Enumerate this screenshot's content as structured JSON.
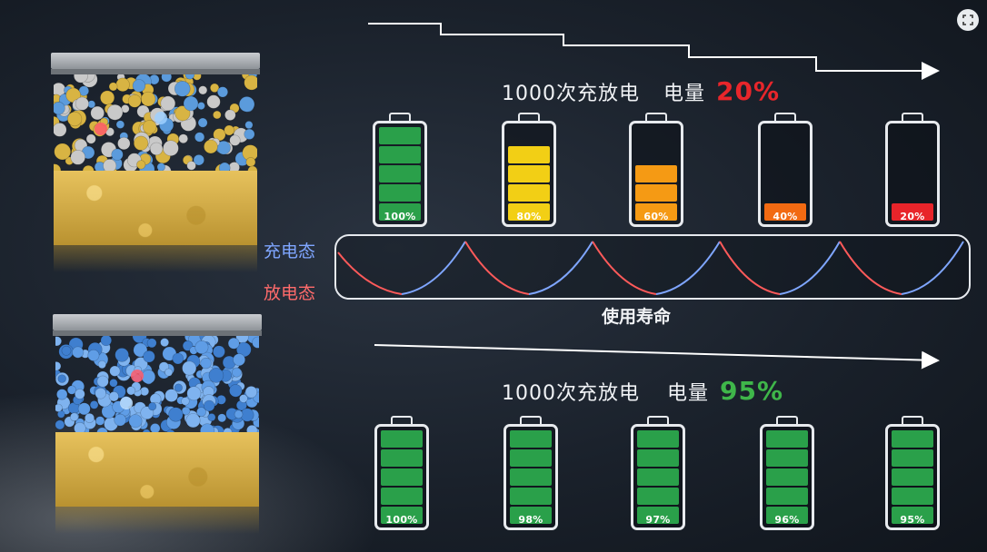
{
  "top": {
    "caption_text": "1000次充放电",
    "caption_label": "电量",
    "caption_value": "20%",
    "value_color": "#e8262b",
    "batteries": [
      {
        "label": "100%",
        "segments": 5,
        "color": "#2aa04a"
      },
      {
        "label": "80%",
        "segments": 4,
        "color": "#f2cf15"
      },
      {
        "label": "60%",
        "segments": 3,
        "color": "#f59a14"
      },
      {
        "label": "40%",
        "segments": 1,
        "color": "#f26a12"
      },
      {
        "label": "20%",
        "segments": 1,
        "color": "#e8242a"
      }
    ]
  },
  "bottom": {
    "caption_text": "1000次充放电",
    "caption_label": "电量",
    "caption_value": "95%",
    "value_color": "#3fb64a",
    "batteries": [
      {
        "label": "100%",
        "segments": 5,
        "color": "#2aa04a"
      },
      {
        "label": "98%",
        "segments": 5,
        "color": "#2aa04a"
      },
      {
        "label": "97%",
        "segments": 5,
        "color": "#2aa04a"
      },
      {
        "label": "96%",
        "segments": 5,
        "color": "#2aa04a"
      },
      {
        "label": "95%",
        "segments": 5,
        "color": "#2aa04a"
      }
    ]
  },
  "cycle": {
    "charge_label": "充电态",
    "discharge_label": "放电态",
    "axis_label": "使用寿命",
    "charge_color": "#7fa6ff",
    "discharge_color": "#ff5a5a",
    "cycles": 5
  },
  "icons": {
    "corner": "expand-icon"
  },
  "materials": {
    "top_colors": [
      "#d8b443",
      "#5b9bdc",
      "#c9c9c9"
    ],
    "bottom_colors": [
      "#5f9de6",
      "#7fb3ef",
      "#3f7fcf"
    ]
  }
}
